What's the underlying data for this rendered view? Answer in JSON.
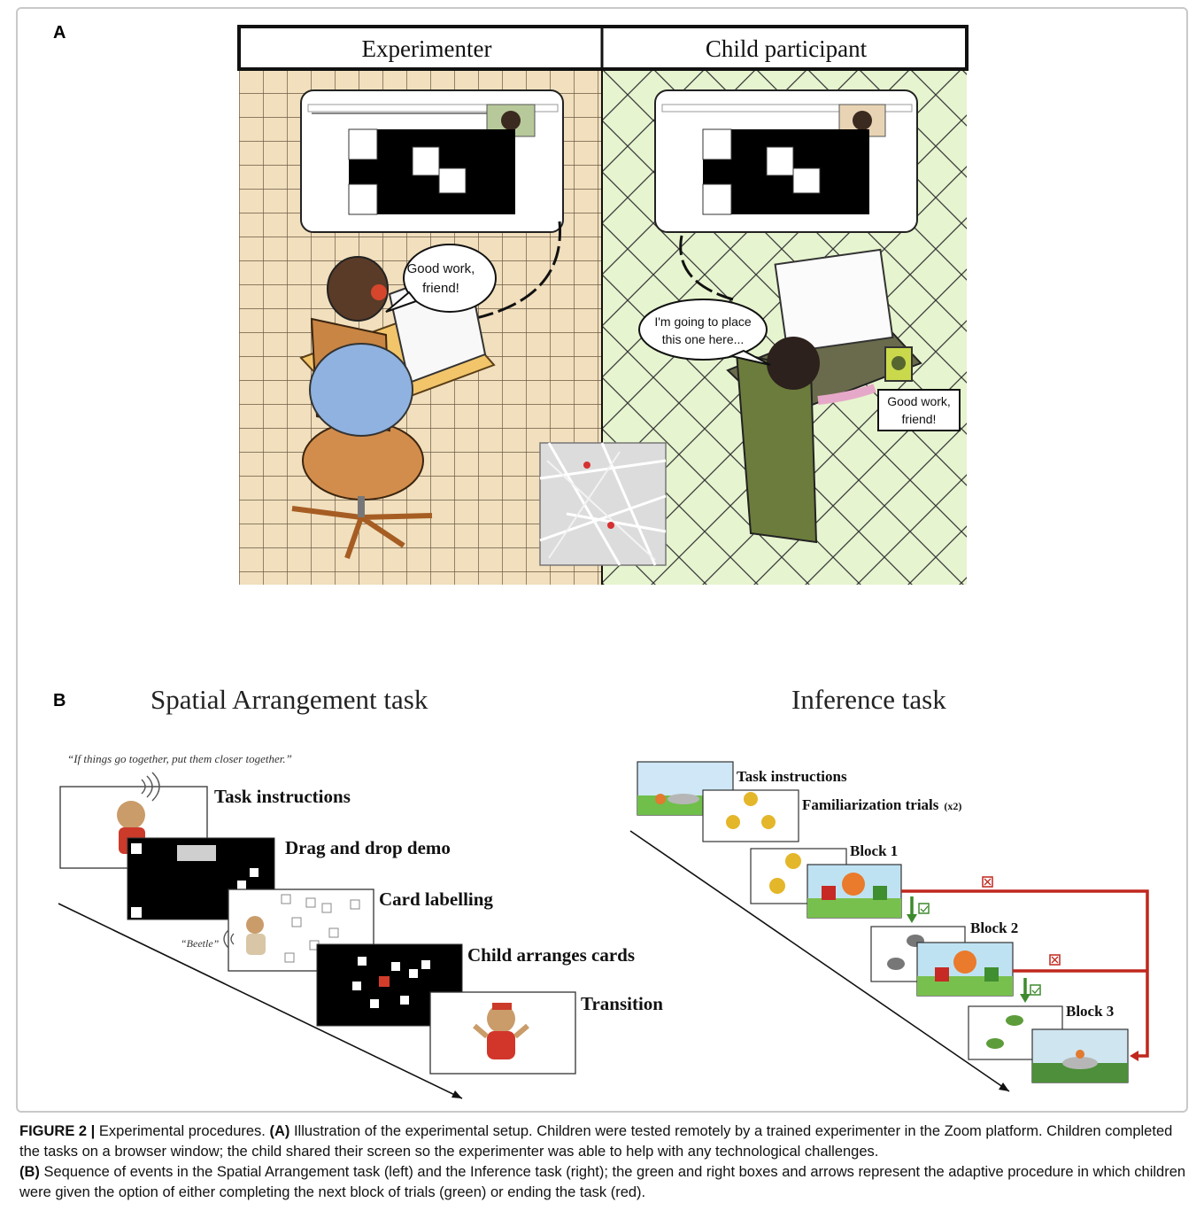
{
  "panel_a": {
    "label": "A",
    "left_header": "Experimenter",
    "right_header": "Child participant",
    "speech_experimenter": [
      "Good work,",
      "friend!"
    ],
    "speech_child": [
      "I'm going to place",
      "this one here..."
    ],
    "speaker_bubble": [
      "Good work,",
      "friend!"
    ]
  },
  "panel_b": {
    "label": "B",
    "spatial_title": "Spatial Arrangement task",
    "inference_title": "Inference task",
    "quote": "“If things go together, put them closer together.”",
    "beetle": "“Beetle”",
    "spatial_steps": [
      "Task instructions",
      "Drag and drop demo",
      "Card labelling",
      "Child arranges cards",
      "Transition"
    ],
    "inference_steps": {
      "instructions": "Task instructions",
      "familiarization": "Familiarization trials",
      "familiarization_suffix": "(x2)",
      "block1": "Block 1",
      "block2": "Block 2",
      "block3": "Block 3"
    },
    "colors": {
      "green": "#3e8a2e",
      "red": "#c0271d"
    }
  },
  "caption": {
    "figure_label": "FIGURE 2 |",
    "intro": " Experimental procedures. ",
    "a_label": "(A)",
    "a_text": " Illustration of the experimental setup. Children were tested remotely by a trained experimenter in the Zoom platform. Children completed the tasks on a browser window; the child shared their screen so the experimenter was able to help with any technological challenges.",
    "b_label": "(B)",
    "b_text": " Sequence of events in the Spatial Arrangement task (left) and the Inference task (right); the green and right boxes and arrows represent the adaptive procedure in which children were given the option of either completing the next block of trials (green) or ending the task (red)."
  }
}
